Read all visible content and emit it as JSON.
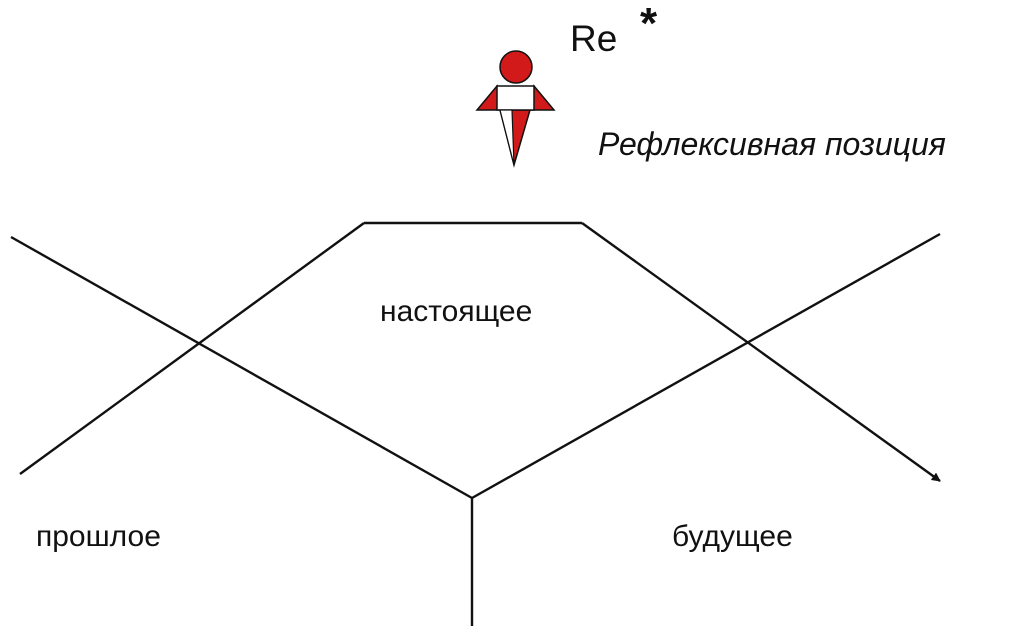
{
  "diagram": {
    "re_label": "Re",
    "re_star": "*",
    "reflexive_position": "Рефлексивная позиция",
    "present": "настоящее",
    "past": "прошлое",
    "future": "будущее"
  },
  "colors": {
    "figure_red": "#d31a1a",
    "figure_white": "#ffffff",
    "line": "#111111"
  }
}
